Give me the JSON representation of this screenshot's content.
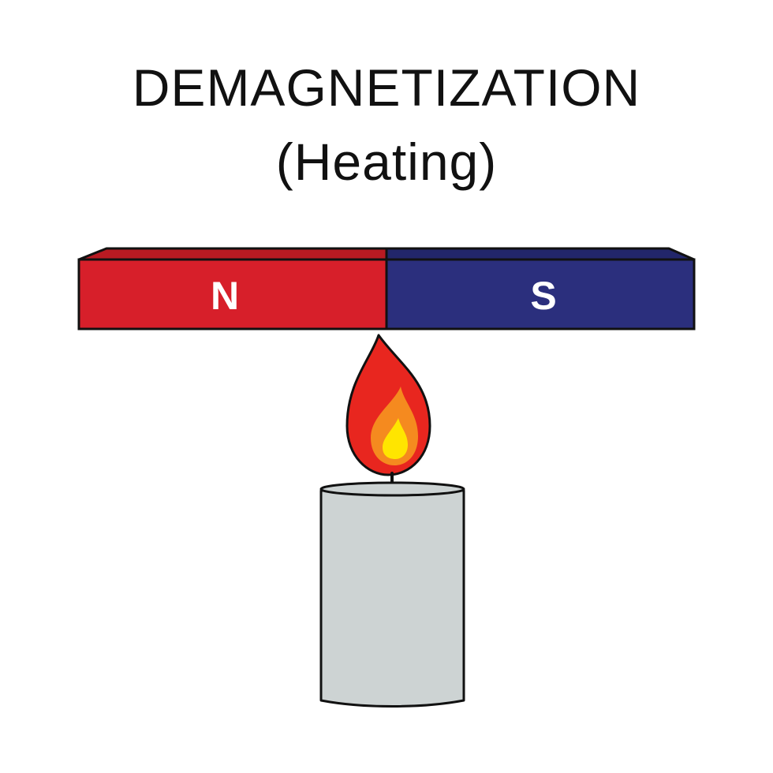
{
  "title": {
    "main": "DEMAGNETIZATION",
    "sub": "(Heating)"
  },
  "magnet": {
    "north_label": "N",
    "south_label": "S",
    "north_color": "#d71f2a",
    "south_color": "#2b2f7d",
    "label_color": "#ffffff"
  },
  "flame": {
    "outer_color": "#e8261f",
    "middle_color": "#f58a1f",
    "inner_color": "#ffe500"
  },
  "candle": {
    "body_color": "#cdd3d3",
    "outline_color": "#111111"
  }
}
